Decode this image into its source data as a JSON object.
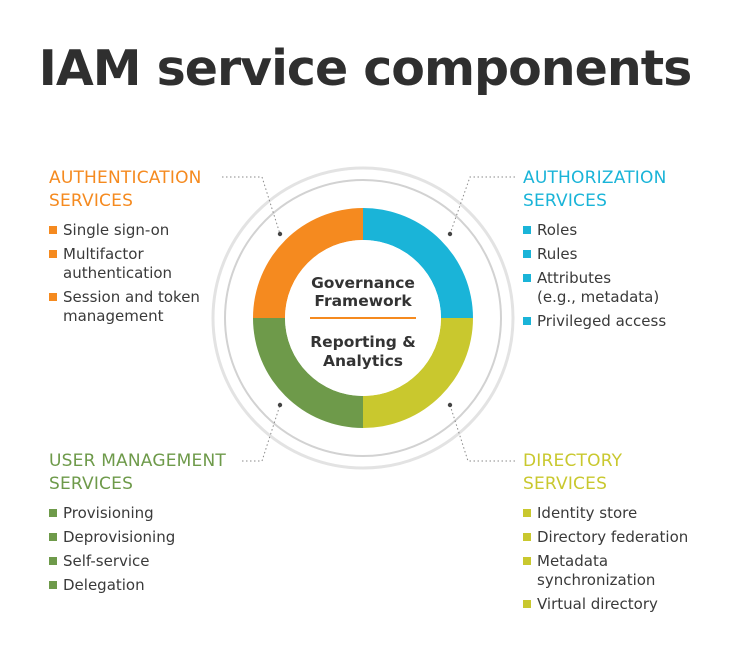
{
  "title": "IAM service components",
  "center": {
    "top_line1": "Governance",
    "top_line2": "Framework",
    "bottom_line1": "Reporting &",
    "bottom_line2": "Analytics"
  },
  "colors": {
    "authentication": "#f58a1f",
    "authorization": "#1ab4d8",
    "user_management": "#6e9a4a",
    "directory": "#c9c82e",
    "title": "#2f2f2f",
    "ring": "#d6d6d6"
  },
  "sections": {
    "authentication": {
      "head1": "AUTHENTICATION",
      "head2": "SERVICES",
      "items": [
        {
          "l1": "Single sign-on",
          "l2": ""
        },
        {
          "l1": "Multifactor",
          "l2": "authentication"
        },
        {
          "l1": "Session and token",
          "l2": "management"
        }
      ]
    },
    "authorization": {
      "head1": "AUTHORIZATION",
      "head2": "SERVICES",
      "items": [
        {
          "l1": "Roles",
          "l2": ""
        },
        {
          "l1": "Rules",
          "l2": ""
        },
        {
          "l1": "Attributes",
          "l2": "(e.g., metadata)"
        },
        {
          "l1": "Privileged access",
          "l2": ""
        }
      ]
    },
    "user_management": {
      "head1": "USER MANAGEMENT",
      "head2": "SERVICES",
      "items": [
        {
          "l1": "Provisioning",
          "l2": ""
        },
        {
          "l1": "Deprovisioning",
          "l2": ""
        },
        {
          "l1": "Self-service",
          "l2": ""
        },
        {
          "l1": "Delegation",
          "l2": ""
        }
      ]
    },
    "directory": {
      "head1": "DIRECTORY",
      "head2": "SERVICES",
      "items": [
        {
          "l1": "Identity store",
          "l2": ""
        },
        {
          "l1": "Directory federation",
          "l2": ""
        },
        {
          "l1": "Metadata",
          "l2": "synchronization"
        },
        {
          "l1": "Virtual directory",
          "l2": ""
        }
      ]
    }
  }
}
